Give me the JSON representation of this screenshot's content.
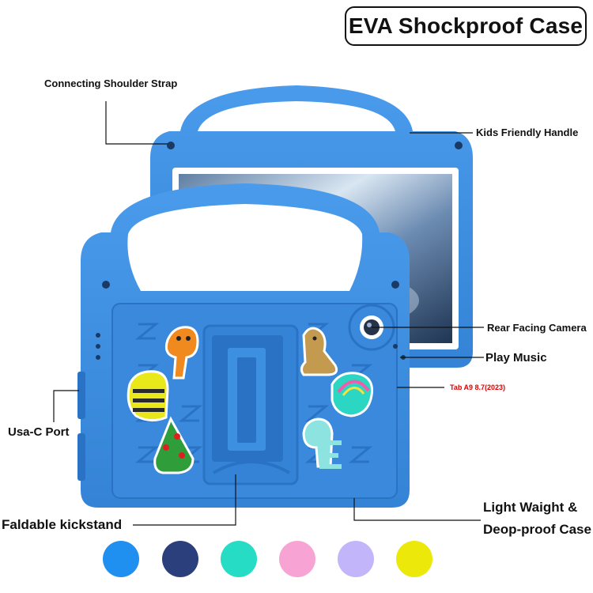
{
  "title": "EVA Shockproof Case",
  "labels": {
    "shoulder_strap": "Connecting Shoulder Strap",
    "handle": "Kids Friendly Handle",
    "camera": "Rear Facing Camera",
    "music": "Play Music",
    "model": "Tab A9 8.7(2023)",
    "usb": "Usa-C Port",
    "kickstand": "Faldable kickstand",
    "weight_line1": "Light Waight &",
    "weight_line2": "Deop-proof Case"
  },
  "colors": {
    "case_blue": "#3d8fe0",
    "case_dark": "#2a73c4",
    "label_red": "#e00000"
  },
  "swatches": [
    {
      "name": "sky-blue",
      "color": "#1f8ff0"
    },
    {
      "name": "navy",
      "color": "#2b3f7c"
    },
    {
      "name": "mint",
      "color": "#27dcc4"
    },
    {
      "name": "pink",
      "color": "#f7a3d3"
    },
    {
      "name": "lavender",
      "color": "#c2b5fa"
    },
    {
      "name": "yellow",
      "color": "#ece80a"
    }
  ]
}
